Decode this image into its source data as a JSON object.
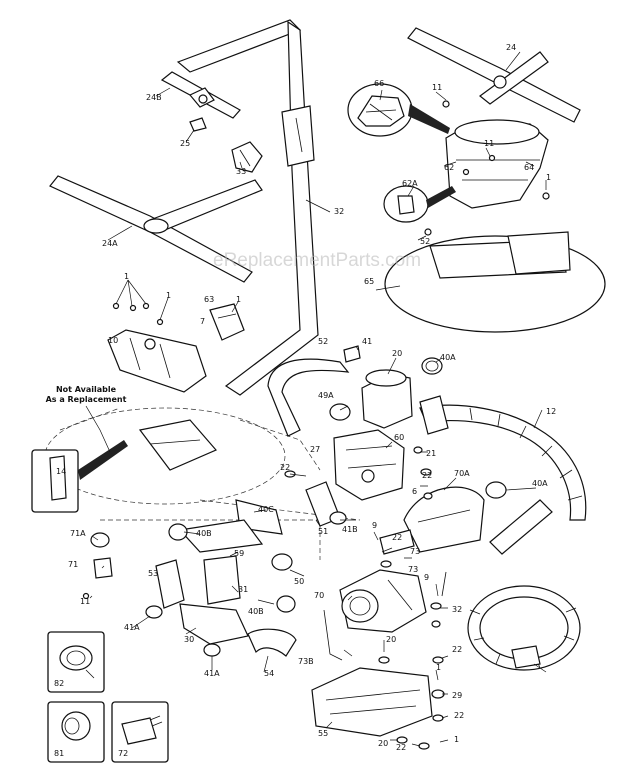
{
  "watermark": "eReplacementParts.com",
  "note": [
    "Not Available",
    "As a Replacement"
  ],
  "colors": {
    "line": "#111111",
    "paper": "#ffffff",
    "watermark": "#b8b8b8"
  },
  "callouts": [
    "24B",
    "25",
    "33",
    "32",
    "24A",
    "24",
    "66",
    "11",
    "11",
    "62",
    "64",
    "1",
    "62A",
    "52",
    "65",
    "1",
    "1",
    "1",
    "63",
    "7",
    "10",
    "52",
    "41",
    "20",
    "40A",
    "49A",
    "12",
    "14",
    "21",
    "22",
    "27",
    "60",
    "22",
    "6",
    "40A",
    "70A",
    "71A",
    "40B",
    "40C",
    "51",
    "41B",
    "9",
    "22",
    "73",
    "71",
    "53",
    "59",
    "50",
    "73",
    "31",
    "11",
    "40B",
    "41A",
    "30",
    "70",
    "9",
    "32",
    "20",
    "22",
    "1",
    "73B",
    "54",
    "41A",
    "29",
    "55",
    "22",
    "1",
    "20",
    "22"
  ],
  "inset_labels": [
    "82",
    "81",
    "72"
  ]
}
